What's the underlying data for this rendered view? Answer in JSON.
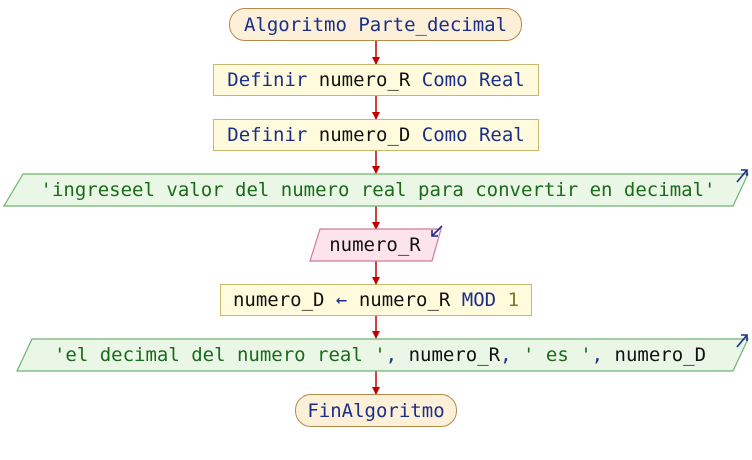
{
  "start": {
    "kw": "Algoritmo",
    "name": "Parte_decimal"
  },
  "def1": {
    "kw1": "Definir",
    "var": "numero_R",
    "kw2": "Como",
    "type": "Real"
  },
  "def2": {
    "kw1": "Definir",
    "var": "numero_D",
    "kw2": "Como",
    "type": "Real"
  },
  "out1": {
    "text": "'ingreseel valor del numero real para convertir en decimal'"
  },
  "in1": {
    "var": "numero_R"
  },
  "assign": {
    "target": "numero_D",
    "arrow": "←",
    "source": "numero_R",
    "op": "MOD",
    "num": "1"
  },
  "out2": {
    "s1": "'el decimal del numero real '",
    "c1": ",",
    "v1": "numero_R",
    "c2": ",",
    "s2": "' es '",
    "c3": ",",
    "v2": "numero_D"
  },
  "end": {
    "kw": "FinAlgoritmo"
  },
  "colors": {
    "edge": "#c00000",
    "io_out_fill": "#eaf7e6",
    "io_out_stroke": "#6fb46f",
    "io_in_fill": "#fde4ec",
    "io_in_stroke": "#cf7b98",
    "io_marker": "#1b2e88"
  }
}
